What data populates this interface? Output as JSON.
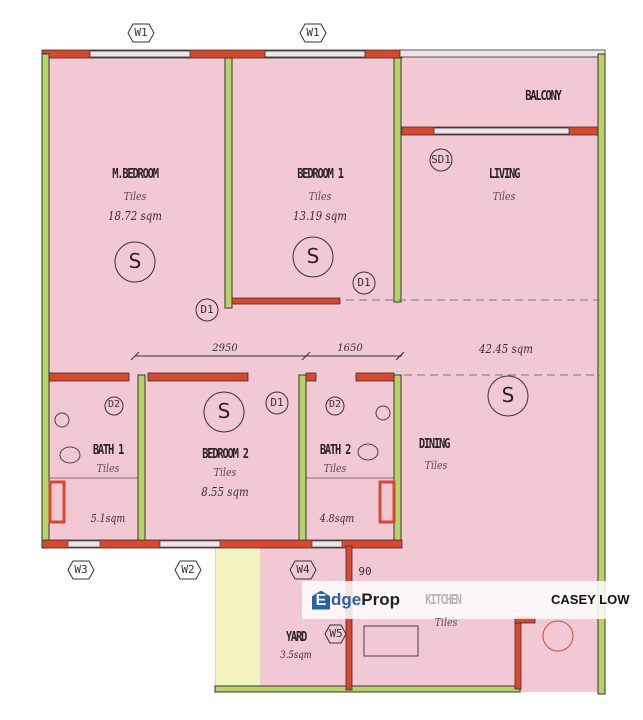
{
  "rooms": {
    "m_bedroom": {
      "name": "M.BEDROOM",
      "finish": "Tiles",
      "area": "18.72 sqm"
    },
    "bedroom1": {
      "name": "BEDROOM 1",
      "finish": "Tiles",
      "area": "13.19 sqm"
    },
    "living": {
      "name": "LIVING",
      "finish": "Tiles",
      "area": "42.45 sqm"
    },
    "balcony": {
      "name": "BALCONY"
    },
    "bath1": {
      "name": "BATH 1",
      "finish": "Tiles",
      "area": "5.1sqm"
    },
    "bedroom2": {
      "name": "BEDROOM 2",
      "finish": "Tiles",
      "area": "8.55 sqm"
    },
    "bath2": {
      "name": "BATH 2",
      "finish": "Tiles",
      "area": "4.8sqm"
    },
    "dining": {
      "name": "DINING",
      "finish": "Tiles"
    },
    "kitchen": {
      "name": "KITCHEN",
      "finish": "Tiles"
    },
    "yard": {
      "name": "YARD",
      "area": "3.5sqm"
    }
  },
  "tags": {
    "w1": "W1",
    "w2": "W2",
    "w3": "W3",
    "w4": "W4",
    "w5": "W5",
    "sd1": "SD1",
    "d1": "D1",
    "d2": "D2",
    "s": "S",
    "d90": "90"
  },
  "dimensions": {
    "a": "2950",
    "b": "1650"
  },
  "watermark": {
    "brand_e": "E",
    "brand_dge": "dge",
    "brand_prop": "Prop",
    "agent": "CASEY LOW"
  },
  "colors": {
    "floor": "#f2c8d5",
    "wall_green": "#b8d468",
    "wall_red": "#d8472e",
    "yard": "#f3f3c2"
  }
}
